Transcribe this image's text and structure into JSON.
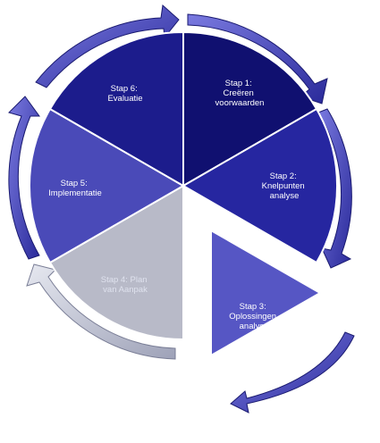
{
  "diagram": {
    "steps": [
      {
        "id": "step1",
        "lines": [
          "Stap 1:",
          "Creëren",
          "voorwaarden"
        ],
        "color": "#101070"
      },
      {
        "id": "step2",
        "lines": [
          "Stap 2:",
          "Knelpunten",
          "analyse"
        ],
        "color": "#2626a0"
      },
      {
        "id": "step3",
        "lines": [
          "Stap 3:",
          "Oplossingen",
          "analyse"
        ],
        "color": "#5656c4"
      },
      {
        "id": "step4",
        "lines": [
          "Stap 4: Plan",
          "van Aanpak"
        ],
        "color": "#b8bac8"
      },
      {
        "id": "step5",
        "lines": [
          "Stap 5:",
          "Implementatie"
        ],
        "color": "#4a4ab8"
      },
      {
        "id": "step6",
        "lines": [
          "Stap 6:",
          "Evaluatie"
        ],
        "color": "#1c1c8c"
      }
    ],
    "arrow_color": "#3c3cb4",
    "arrow_inactive_color": "#b0b4c8"
  }
}
